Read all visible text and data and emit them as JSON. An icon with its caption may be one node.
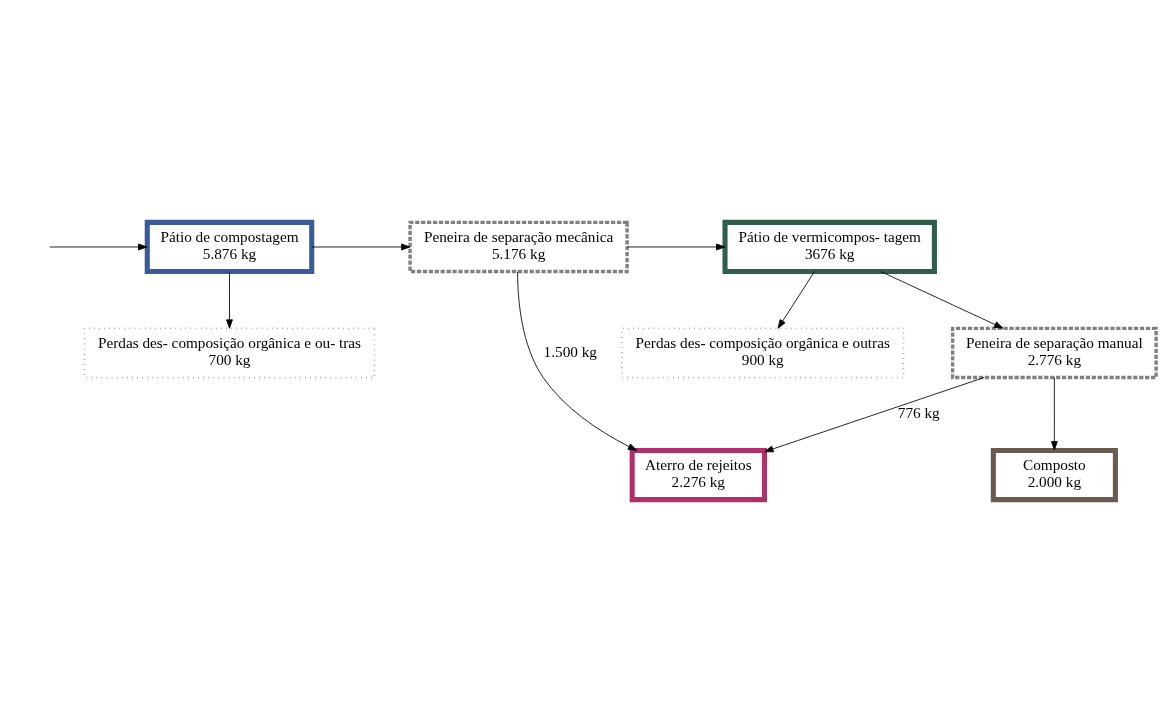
{
  "diagram": {
    "nodes": [
      {
        "text": [
          "Pátio de compostagem",
          "5.876 kg"
        ]
      },
      {
        "text": [
          "Peneira de separação mecânica",
          "5.176 kg"
        ]
      },
      {
        "text": [
          "Pátio de vermicompos- tagem",
          "3676 kg"
        ]
      },
      {
        "text": [
          "Perdas des- composição orgânica e ou- tras",
          "700 kg"
        ]
      },
      {
        "text": [
          "Perdas des- composição orgânica e outras",
          "900 kg"
        ]
      },
      {
        "text": [
          "Peneira de separação manual",
          "2.776 kg"
        ]
      },
      {
        "text": [
          "Aterro de rejeitos",
          "2.276 kg"
        ]
      },
      {
        "text": [
          "Composto",
          "2.000 kg"
        ]
      }
    ],
    "edges": [
      {
        "from": null,
        "to": 0,
        "arrow": "to"
      },
      {
        "from": 0,
        "to": 1,
        "arrow": "to"
      },
      {
        "from": 1,
        "to": 2,
        "arrow": "to"
      },
      {
        "from": 0,
        "to": 3,
        "arrow": "to"
      },
      {
        "from": 1,
        "to": 6,
        "arrow": "to",
        "label": "1.500 kg"
      },
      {
        "from": 2,
        "to": 4,
        "arrow": "to"
      },
      {
        "from": 2,
        "to": 5,
        "arrow": "to"
      },
      {
        "from": 5,
        "to": 6,
        "arrow": "to",
        "label": "776 kg"
      },
      {
        "from": 5,
        "to": 7,
        "arrow": "to"
      }
    ]
  }
}
